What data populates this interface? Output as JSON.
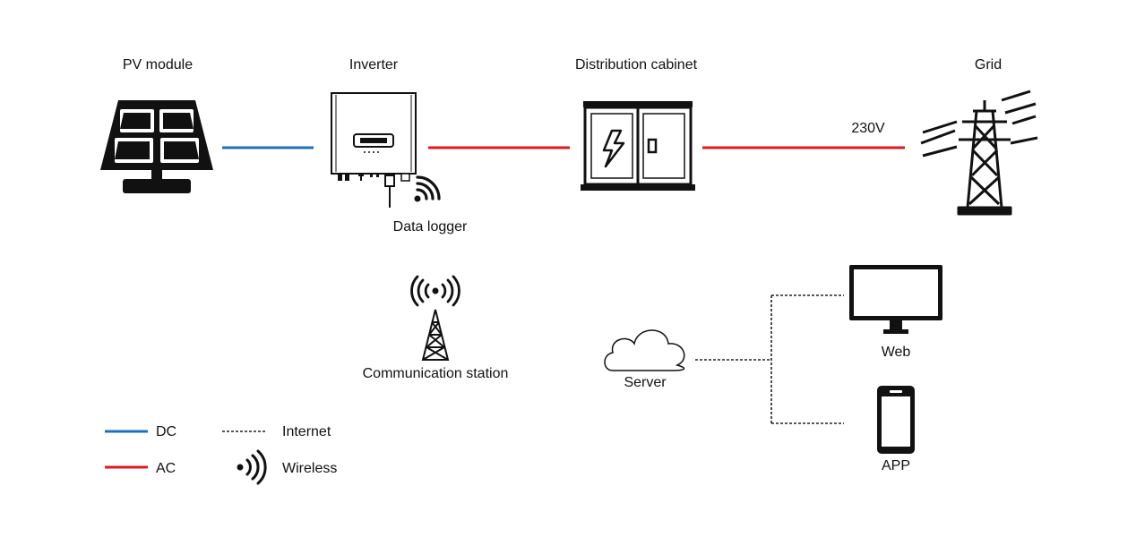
{
  "colors": {
    "dc": "#1f6fbf",
    "ac": "#e0191c",
    "internet": "#222222",
    "ink": "#111111"
  },
  "nodes": {
    "pv_module": {
      "label": "PV module",
      "icon": "solar-panel-icon"
    },
    "inverter": {
      "label": "Inverter",
      "icon": "inverter-icon"
    },
    "distribution_cabinet": {
      "label": "Distribution cabinet",
      "icon": "cabinet-icon"
    },
    "grid": {
      "label": "Grid",
      "icon": "power-tower-icon"
    },
    "data_logger": {
      "label": "Data logger",
      "icon": "wifi-icon"
    },
    "communication_station": {
      "label": "Communication station",
      "icon": "antenna-tower-icon"
    },
    "server": {
      "label": "Server",
      "icon": "cloud-icon"
    },
    "web": {
      "label": "Web",
      "icon": "monitor-icon"
    },
    "app": {
      "label": "APP",
      "icon": "smartphone-icon"
    }
  },
  "voltage_label": "230V",
  "legend": {
    "dc": "DC",
    "ac": "AC",
    "internet": "Internet",
    "wireless": "Wireless"
  }
}
